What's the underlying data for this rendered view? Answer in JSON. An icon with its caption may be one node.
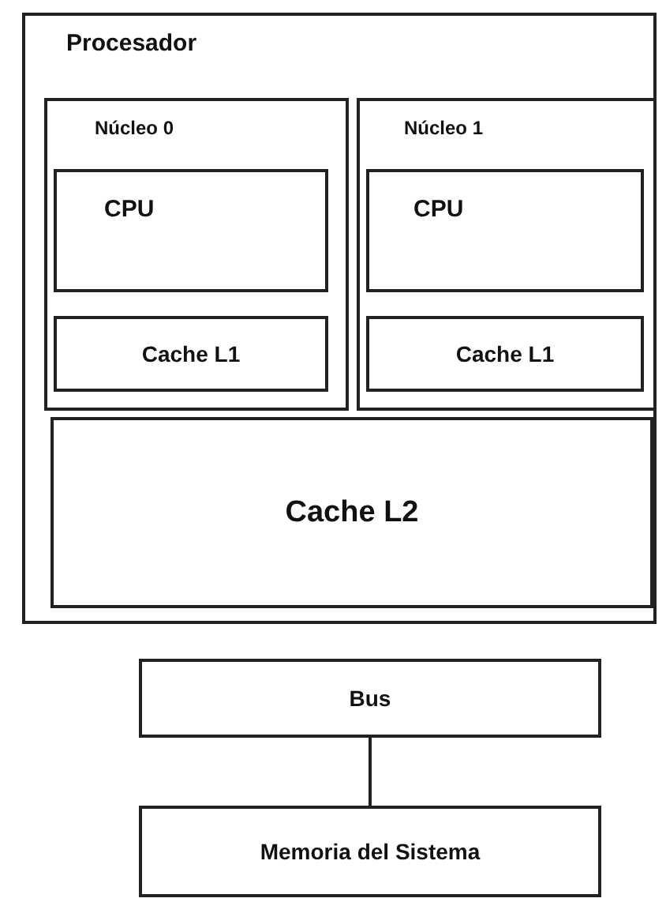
{
  "diagram": {
    "nodes": [
      {
        "text": [
          "Procesador"
        ]
      },
      {
        "text": [
          "Núcleo 0"
        ],
        "in": 0
      },
      {
        "text": [
          "CPU"
        ],
        "in": 1
      },
      {
        "text": [
          "Cache L1"
        ],
        "in": 1
      },
      {
        "text": [
          "Núcleo 1"
        ],
        "in": 0
      },
      {
        "text": [
          "CPU"
        ],
        "in": 4
      },
      {
        "text": [
          "Cache L1"
        ],
        "in": 4
      },
      {
        "text": [
          "Cache L2"
        ],
        "in": 0
      },
      {
        "text": [
          "Bus"
        ]
      },
      {
        "text": [
          "Memoria del Sistema"
        ]
      }
    ],
    "edges": [
      {
        "from": 8,
        "to": 9,
        "arrow": "none"
      }
    ]
  }
}
